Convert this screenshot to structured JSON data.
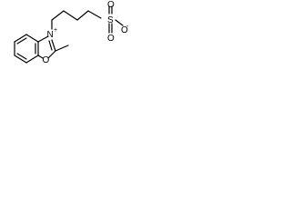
{
  "molecule": {
    "atom_labels": {
      "n_label": "N",
      "n_charge": "+",
      "o_ring_label": "O",
      "s_label": "S",
      "o_top_label": "O",
      "o_bottom_label": "O",
      "o_minus_label": "O",
      "o_minus_charge": "-"
    }
  }
}
